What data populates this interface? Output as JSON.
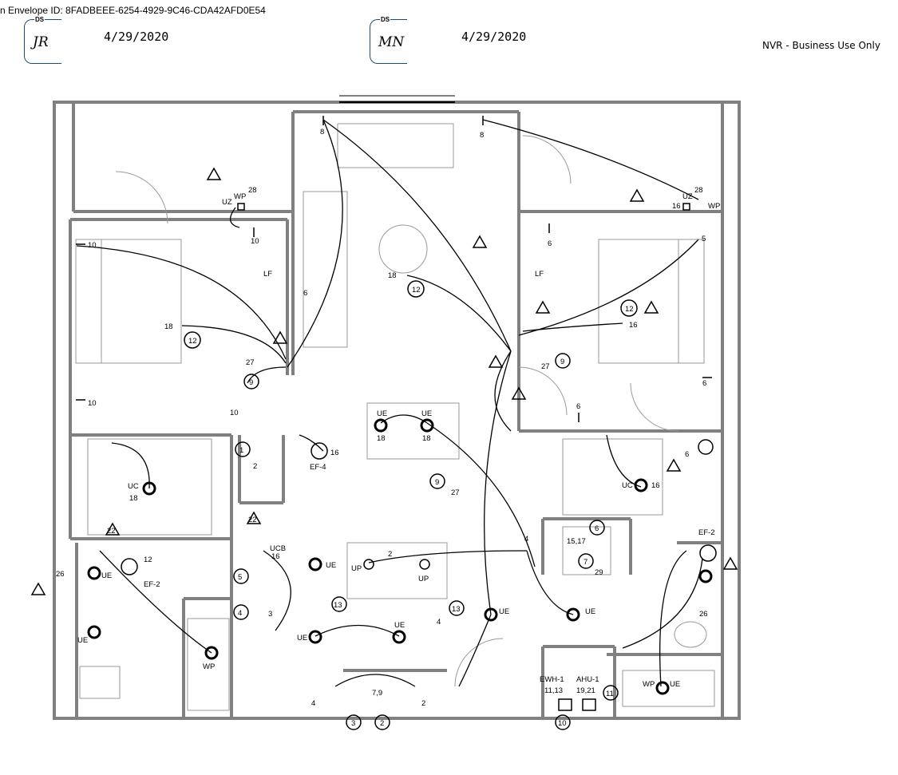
{
  "header": {
    "envelope_id": "n Envelope ID: 8FADBEEE-6254-4929-9C46-CDA42AFD0E54",
    "signer1": {
      "tag": "DS",
      "initials": "JR",
      "date": "4/29/2020"
    },
    "signer2": {
      "tag": "DS",
      "initials": "MN",
      "date": "4/29/2020"
    },
    "classification": "NVR - Business Use Only"
  },
  "plan": {
    "labels": {
      "t8a": "8",
      "t8b": "8",
      "t10a": "10",
      "t10b": "10",
      "t10c": "10",
      "t10d": "10",
      "t28a": "28",
      "t28b": "28",
      "tuz1": "UZ",
      "tuz2": "UZ",
      "twp1": "WP",
      "twp2": "WP",
      "twp3": "WP",
      "twp4": "WP",
      "t16a": "16",
      "t6a": "6",
      "t6b": "6",
      "t6c": "6",
      "t6d": "6",
      "t5": "5",
      "tlf1": "LF",
      "tlf2": "LF",
      "t18a": "18",
      "t18b": "18",
      "t12a": "12",
      "t12b": "12",
      "t12c": "12",
      "t12d": "12",
      "t16b": "16",
      "t27a": "27",
      "t27b": "27",
      "t27c": "27",
      "t9a": "9",
      "t9b": "9",
      "t9c": "9",
      "tue1": "UE",
      "tue2": "UE",
      "t18c": "18",
      "t18d": "18",
      "tef4": "EF-4",
      "t16c": "16",
      "tuc1": "UC",
      "tuc2": "UC",
      "t18e": "18",
      "t16d": "16",
      "t1": "1",
      "t2a": "2",
      "t4a": "4",
      "t4b": "4",
      "t15": "15,17",
      "tc1": "6",
      "t7": "7",
      "t29": "29",
      "tef2a": "EF-2",
      "tef2b": "EF-2",
      "t26a": "26",
      "t26b": "26",
      "tucb": "UCB",
      "t16e": "16",
      "tup1": "UP",
      "tup2": "UP",
      "t5b": "5",
      "t4c": "4",
      "t3": "3",
      "t13a": "13",
      "t13b": "13",
      "tue3": "UE",
      "tue4": "UE",
      "tue5": "UE",
      "tue6": "UE",
      "tue7": "UE",
      "tue8": "UE",
      "tue9": "UE",
      "tue10": "UE",
      "tewh": "EWH-1",
      "tahu": "AHU-1",
      "t1113": "11,13",
      "t1921": "19,21",
      "t11": "11",
      "t10e": "10",
      "t79": "7,9",
      "t3b": "3",
      "t2b": "2",
      "t22a": "22",
      "t22b": "22",
      "t4d": "4",
      "t2c": "2",
      "t2d": "2",
      "tc6": "6"
    }
  }
}
